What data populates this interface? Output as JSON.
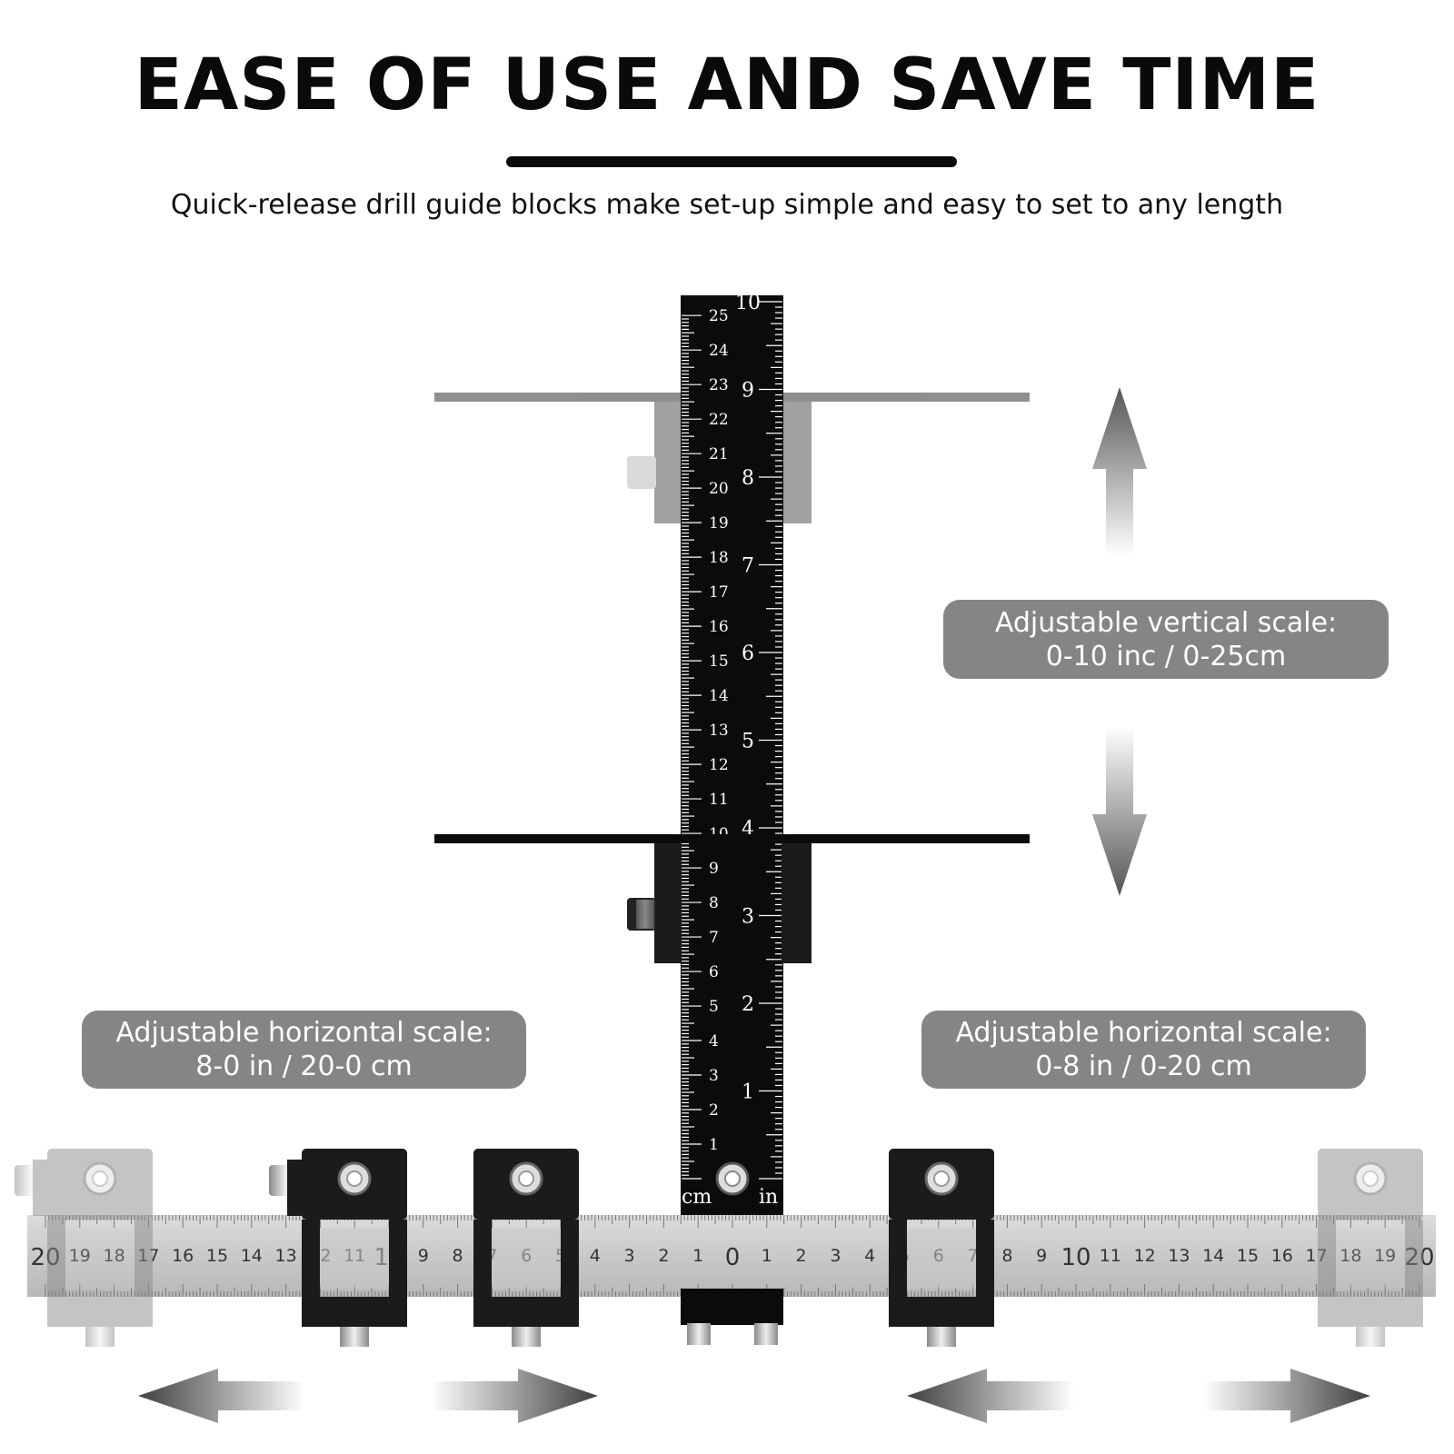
{
  "headline": "EASE OF USE AND SAVE TIME",
  "subheadline": "Quick-release drill guide blocks make set-up simple and easy to set to any length",
  "callouts": {
    "vertical": {
      "line1": "Adjustable vertical scale:",
      "line2": "0-10 inc / 0-25cm"
    },
    "horizontal_left": {
      "line1": "Adjustable horizontal scale:",
      "line2": "8-0 in / 20-0 cm"
    },
    "horizontal_right": {
      "line1": "Adjustable horizontal scale:",
      "line2": "0-8 in / 0-20 cm"
    }
  },
  "vertical_ruler": {
    "inch_labels": [
      "1",
      "2",
      "3",
      "4",
      "5",
      "6",
      "7",
      "8",
      "9",
      "10"
    ],
    "cm_labels": [
      "1",
      "2",
      "3",
      "4",
      "5",
      "6",
      "7",
      "8",
      "9",
      "10",
      "11",
      "12",
      "13",
      "14",
      "15",
      "16",
      "17",
      "18",
      "19",
      "20",
      "21",
      "22",
      "23",
      "24",
      "25"
    ],
    "cm_unit": "cm",
    "in_unit": "in"
  },
  "horizontal_ruler": {
    "left_labels": [
      "20",
      "19",
      "18",
      "17",
      "16",
      "15",
      "14",
      "13",
      "12",
      "11",
      "10",
      "9",
      "8",
      "7",
      "6",
      "5",
      "4",
      "3",
      "2",
      "1"
    ],
    "center_label": "0",
    "right_labels": [
      "1",
      "2",
      "3",
      "4",
      "5",
      "6",
      "7",
      "8",
      "9",
      "10",
      "11",
      "12",
      "13",
      "14",
      "15",
      "16",
      "17",
      "18",
      "19",
      "20"
    ]
  },
  "colors": {
    "headline": "#0a0a0a",
    "callout_bg": "#858585",
    "callout_text": "#ffffff",
    "ruler_black": "#0b0b0b",
    "ruler_silver": "#cfcfcf",
    "block_black": "#1b1b1b",
    "block_ghost": "#a8a8a8"
  },
  "icons": {
    "vertical_arrows": "double-vertical-arrow-icon",
    "horizontal_arrows": "double-horizontal-arrow-icon"
  }
}
